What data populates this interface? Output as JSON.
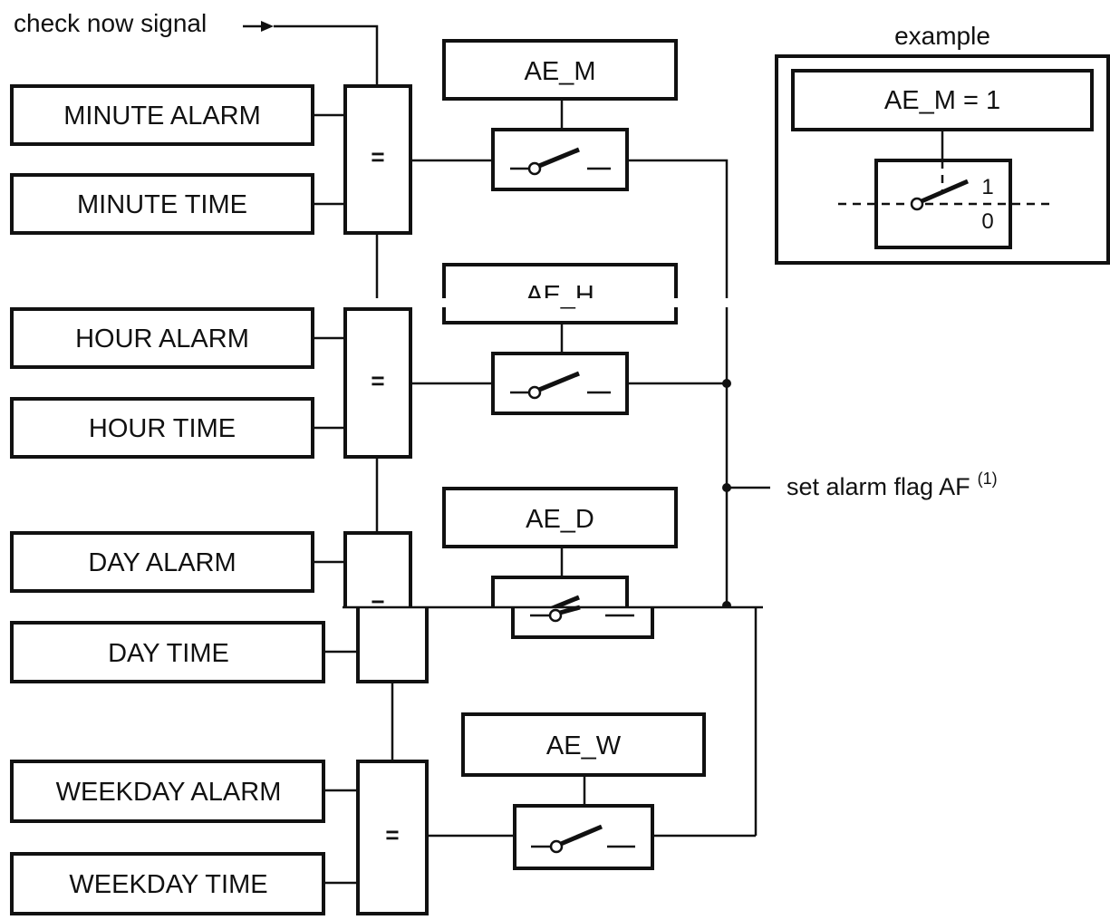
{
  "check_signal": "check now signal",
  "rows": [
    {
      "alarm": "MINUTE ALARM",
      "time": "MINUTE TIME",
      "enable": "AE_M"
    },
    {
      "alarm": "HOUR ALARM",
      "time": "HOUR TIME",
      "enable": "AE_H"
    },
    {
      "alarm": "DAY ALARM",
      "time": "DAY TIME",
      "enable": "AE_D"
    },
    {
      "alarm": "WEEKDAY ALARM",
      "time": "WEEKDAY TIME",
      "enable": "AE_W"
    }
  ],
  "comparator_symbol": "=",
  "output": {
    "label": "set alarm flag AF",
    "note": "(1)"
  },
  "example": {
    "title": "example",
    "enable": "AE_M = 1",
    "state_on": "1",
    "state_off": "0"
  }
}
